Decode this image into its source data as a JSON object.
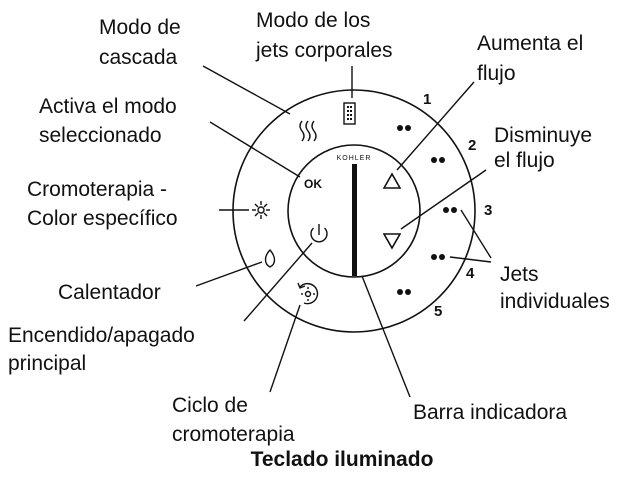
{
  "brand": "KOHLER",
  "ok_label": "OK",
  "caption": "Teclado iluminado",
  "jet_numbers": [
    "1",
    "2",
    "3",
    "4",
    "5"
  ],
  "labels": {
    "cascade_mode": [
      "Modo de",
      "cascada"
    ],
    "body_jets_mode": [
      "Modo de los",
      "jets corporales"
    ],
    "increase_flow": [
      "Aumenta el",
      "flujo"
    ],
    "activate_mode": [
      "Activa el modo",
      "seleccionado"
    ],
    "decrease_flow": [
      "Disminuye",
      "el flujo"
    ],
    "chromotherapy_color": [
      "Cromoterapia -",
      "Color específico"
    ],
    "heater": "Calentador",
    "individual_jets": [
      "Jets",
      "individuales"
    ],
    "main_power": [
      "Encendido/apagado",
      "principal"
    ],
    "chromo_cycle": [
      "Ciclo de",
      "cromoterapia"
    ],
    "indicator_bar": "Barra indicadora"
  },
  "icons": [
    "waves-icon",
    "body-jets-icon",
    "up-triangle-icon",
    "down-triangle-icon",
    "sun-icon",
    "flame-icon",
    "power-icon",
    "cycle-sun-icon",
    "jet-dots-icon"
  ]
}
